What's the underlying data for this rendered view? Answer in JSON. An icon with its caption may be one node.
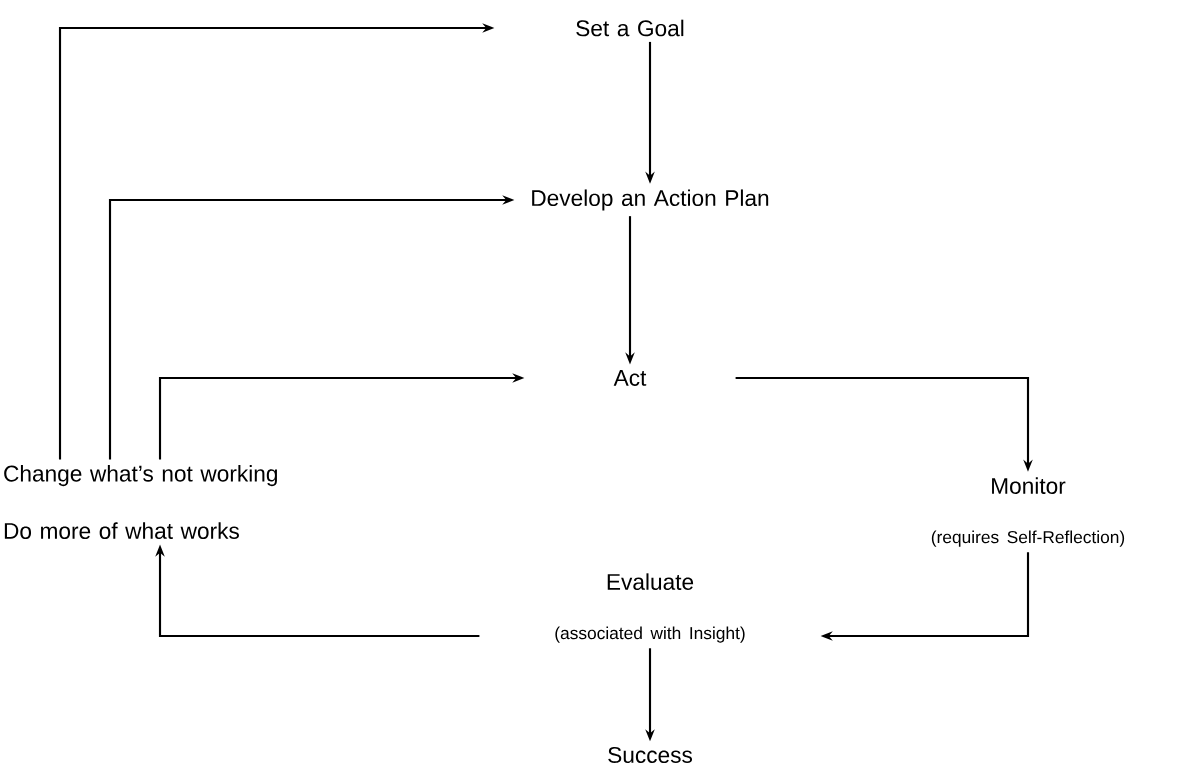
{
  "diagram": {
    "nodes": [
      {
        "text": [
          "Set a Goal"
        ]
      },
      {
        "text": [
          "Develop an Action Plan"
        ]
      },
      {
        "text": [
          "Act"
        ]
      },
      {
        "text": [
          "Monitor"
        ],
        "beside": [
          "(requires Self-Reflection)"
        ]
      },
      {
        "text": [
          "Evaluate"
        ],
        "beside": [
          "(associated with Insight)"
        ]
      },
      {
        "text": [
          "Success"
        ]
      },
      {
        "text": [
          "Change what’s not working",
          "Do more of what works"
        ]
      }
    ],
    "edges": [
      {
        "from": 0,
        "to": 1,
        "arrow": "to"
      },
      {
        "from": 1,
        "to": 2,
        "arrow": "to"
      },
      {
        "from": 2,
        "to": 3,
        "arrow": "to"
      },
      {
        "from": 3,
        "to": 4,
        "arrow": "to"
      },
      {
        "from": 4,
        "to": 5,
        "arrow": "to"
      },
      {
        "from": 4,
        "to": 6,
        "arrow": "to"
      },
      {
        "from": 6,
        "to": 0,
        "arrow": "to"
      },
      {
        "from": 6,
        "to": 1,
        "arrow": "to"
      },
      {
        "from": 6,
        "to": 2,
        "arrow": "to"
      }
    ]
  }
}
